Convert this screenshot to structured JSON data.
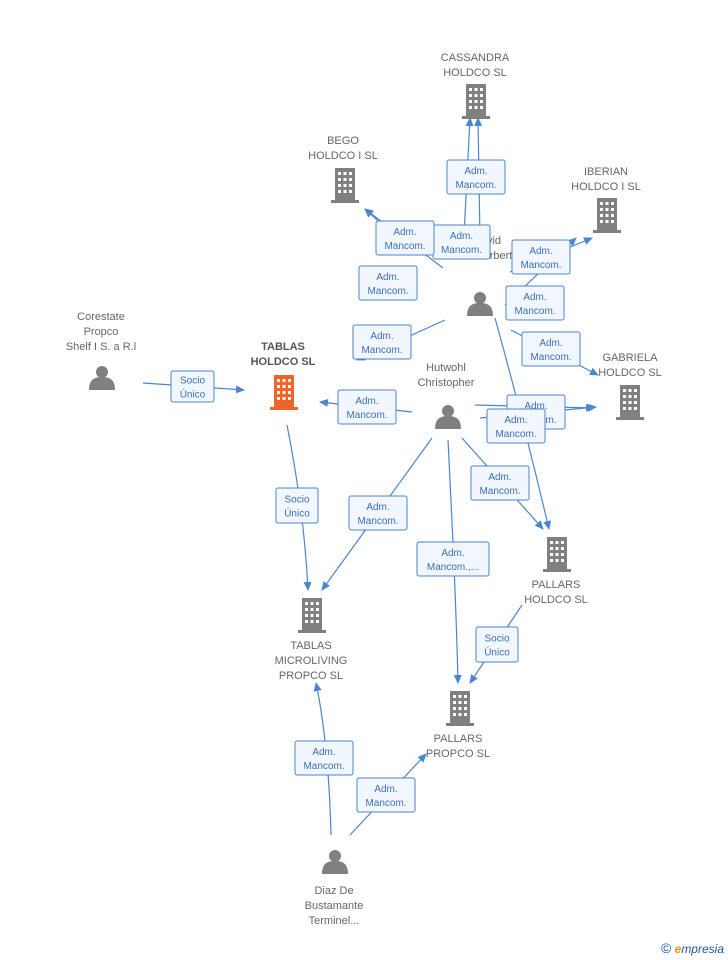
{
  "nodes": [
    {
      "id": "cassandra",
      "type": "company",
      "lines": [
        "CASSANDRA",
        "HOLDCO  SL"
      ]
    },
    {
      "id": "bego",
      "type": "company",
      "lines": [
        "BEGO",
        "HOLDCO I  SL"
      ]
    },
    {
      "id": "iberian",
      "type": "company",
      "lines": [
        "IBERIAN",
        "HOLDCO I  SL"
      ]
    },
    {
      "id": "corestate",
      "type": "person",
      "lines": [
        "Corestate",
        "Propco",
        "Shelf I S. a R.l"
      ]
    },
    {
      "id": "tablas_holdco",
      "type": "company_main",
      "lines": [
        "TABLAS",
        "HOLDCO  SL"
      ]
    },
    {
      "id": "david",
      "type": "person",
      "lines": [
        "vid",
        "Herbert"
      ]
    },
    {
      "id": "hutwohl",
      "type": "person",
      "lines": [
        "Hutwohl",
        "Christopher"
      ]
    },
    {
      "id": "gabriela",
      "type": "company",
      "lines": [
        "GABRIELA",
        "HOLDCO  SL"
      ]
    },
    {
      "id": "pallars_holdco",
      "type": "company",
      "lines": [
        "PALLARS",
        "HOLDCO  SL"
      ]
    },
    {
      "id": "tablas_micro",
      "type": "company",
      "lines": [
        "TABLAS",
        "MICROLIVING",
        "PROPCO  SL"
      ]
    },
    {
      "id": "pallars_propco",
      "type": "company",
      "lines": [
        "PALLARS",
        "PROPCO  SL"
      ]
    },
    {
      "id": "diaz",
      "type": "person",
      "lines": [
        "Diaz De",
        "Bustamante",
        "Terminel..."
      ]
    }
  ],
  "edges": [
    {
      "id": "e1",
      "lines": [
        "Socio",
        "Único"
      ]
    },
    {
      "id": "e2",
      "lines": [
        "Adm.",
        "Mancom."
      ]
    },
    {
      "id": "e3",
      "lines": [
        "Adm.",
        "Mancom."
      ]
    },
    {
      "id": "e4",
      "lines": [
        "Adm.",
        "Mancom."
      ]
    },
    {
      "id": "e5",
      "lines": [
        "Adm.",
        "Mancom."
      ]
    },
    {
      "id": "e6",
      "lines": [
        "Adm.",
        "Mancom."
      ]
    },
    {
      "id": "e7",
      "lines": [
        "Adm.",
        "Mancom."
      ]
    },
    {
      "id": "e8",
      "lines": [
        "Adm.",
        "Mancom."
      ]
    },
    {
      "id": "e9",
      "lines": [
        "Adm.",
        "Mancom."
      ]
    },
    {
      "id": "e10",
      "lines": [
        "Adm.",
        "Mancom."
      ]
    },
    {
      "id": "e11",
      "lines": [
        "Adm.",
        "Mancom."
      ]
    },
    {
      "id": "e12",
      "lines": [
        "Adm.",
        "Mancom."
      ]
    },
    {
      "id": "e13",
      "lines": [
        "Adm.",
        "Mancom."
      ]
    },
    {
      "id": "e14",
      "lines": [
        "Adm.",
        "Mancom."
      ]
    },
    {
      "id": "e15",
      "lines": [
        "Socio",
        "Único"
      ]
    },
    {
      "id": "e16",
      "lines": [
        "Adm.",
        "Mancom."
      ]
    },
    {
      "id": "e17",
      "lines": [
        "Adm.",
        "Mancom.,..."
      ]
    },
    {
      "id": "e18",
      "lines": [
        "Socio",
        "Único"
      ]
    },
    {
      "id": "e19",
      "lines": [
        "Adm.",
        "Mancom."
      ]
    },
    {
      "id": "e20",
      "lines": [
        "Adm.",
        "Mancom."
      ]
    }
  ],
  "colors": {
    "edge": "#4a86d0",
    "company": "#808080",
    "main_company": "#f0642a",
    "person": "#808080"
  },
  "watermark": {
    "symbol": "©",
    "brand_first": "e",
    "brand_rest": "mpresia"
  }
}
